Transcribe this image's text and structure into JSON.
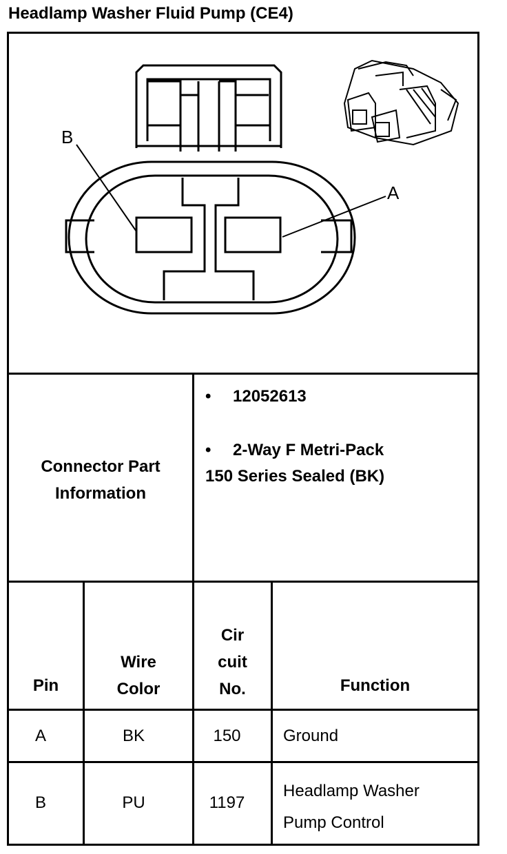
{
  "title": "Headlamp Washer Fluid Pump (CE4)",
  "diagram": {
    "label_a": "A",
    "label_b": "B"
  },
  "connector_info": {
    "label": "Connector Part Information",
    "label_line1": "Connector Part",
    "label_line2": "Information",
    "items": [
      "12052613",
      "2-Way F Metri-Pack 150 Series Sealed (BK)"
    ],
    "item2_line1": "2-Way F Metri-Pack",
    "item2_line2": "150 Series Sealed (BK)",
    "bullet": "•"
  },
  "table": {
    "headers": {
      "pin": "Pin",
      "wire_color_line1": "Wire",
      "wire_color_line2": "Color",
      "circuit_line1": "Cir",
      "circuit_line2": "cuit",
      "circuit_line3": "No.",
      "function": "Function"
    },
    "rows": [
      {
        "pin": "A",
        "wire_color": "BK",
        "circuit": "150",
        "function": "Ground"
      },
      {
        "pin": "B",
        "wire_color": "PU",
        "circuit": "1197",
        "function": "Headlamp Washer Pump Control",
        "function_line1": "Headlamp Washer",
        "function_line2": "Pump Control"
      }
    ]
  }
}
